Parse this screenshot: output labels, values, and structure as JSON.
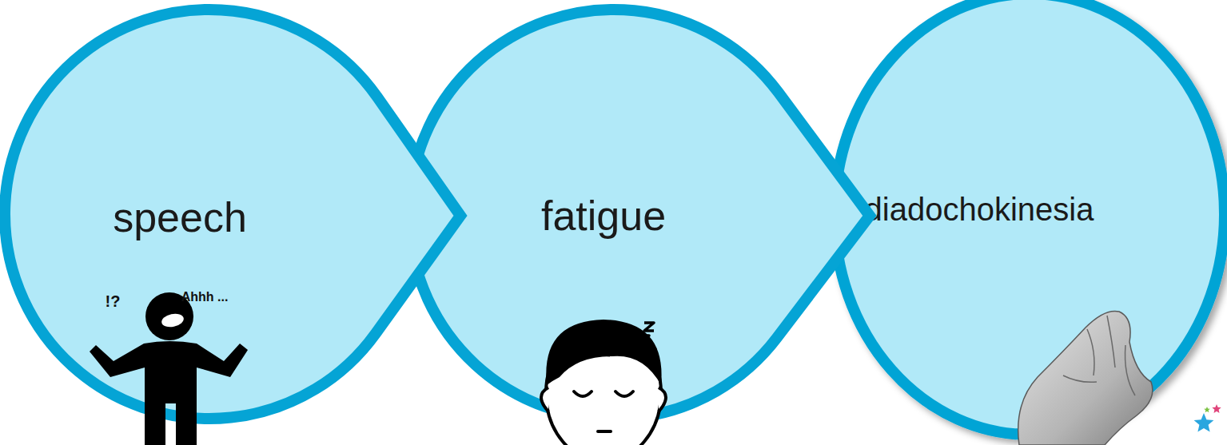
{
  "diagram": {
    "nodes": [
      {
        "text": [
          "speech"
        ]
      },
      {
        "text": [
          "fatigue"
        ]
      },
      {
        "text": [
          "diadochokinesia"
        ]
      }
    ],
    "labels": [
      "!?",
      "Ahhh ..."
    ]
  }
}
